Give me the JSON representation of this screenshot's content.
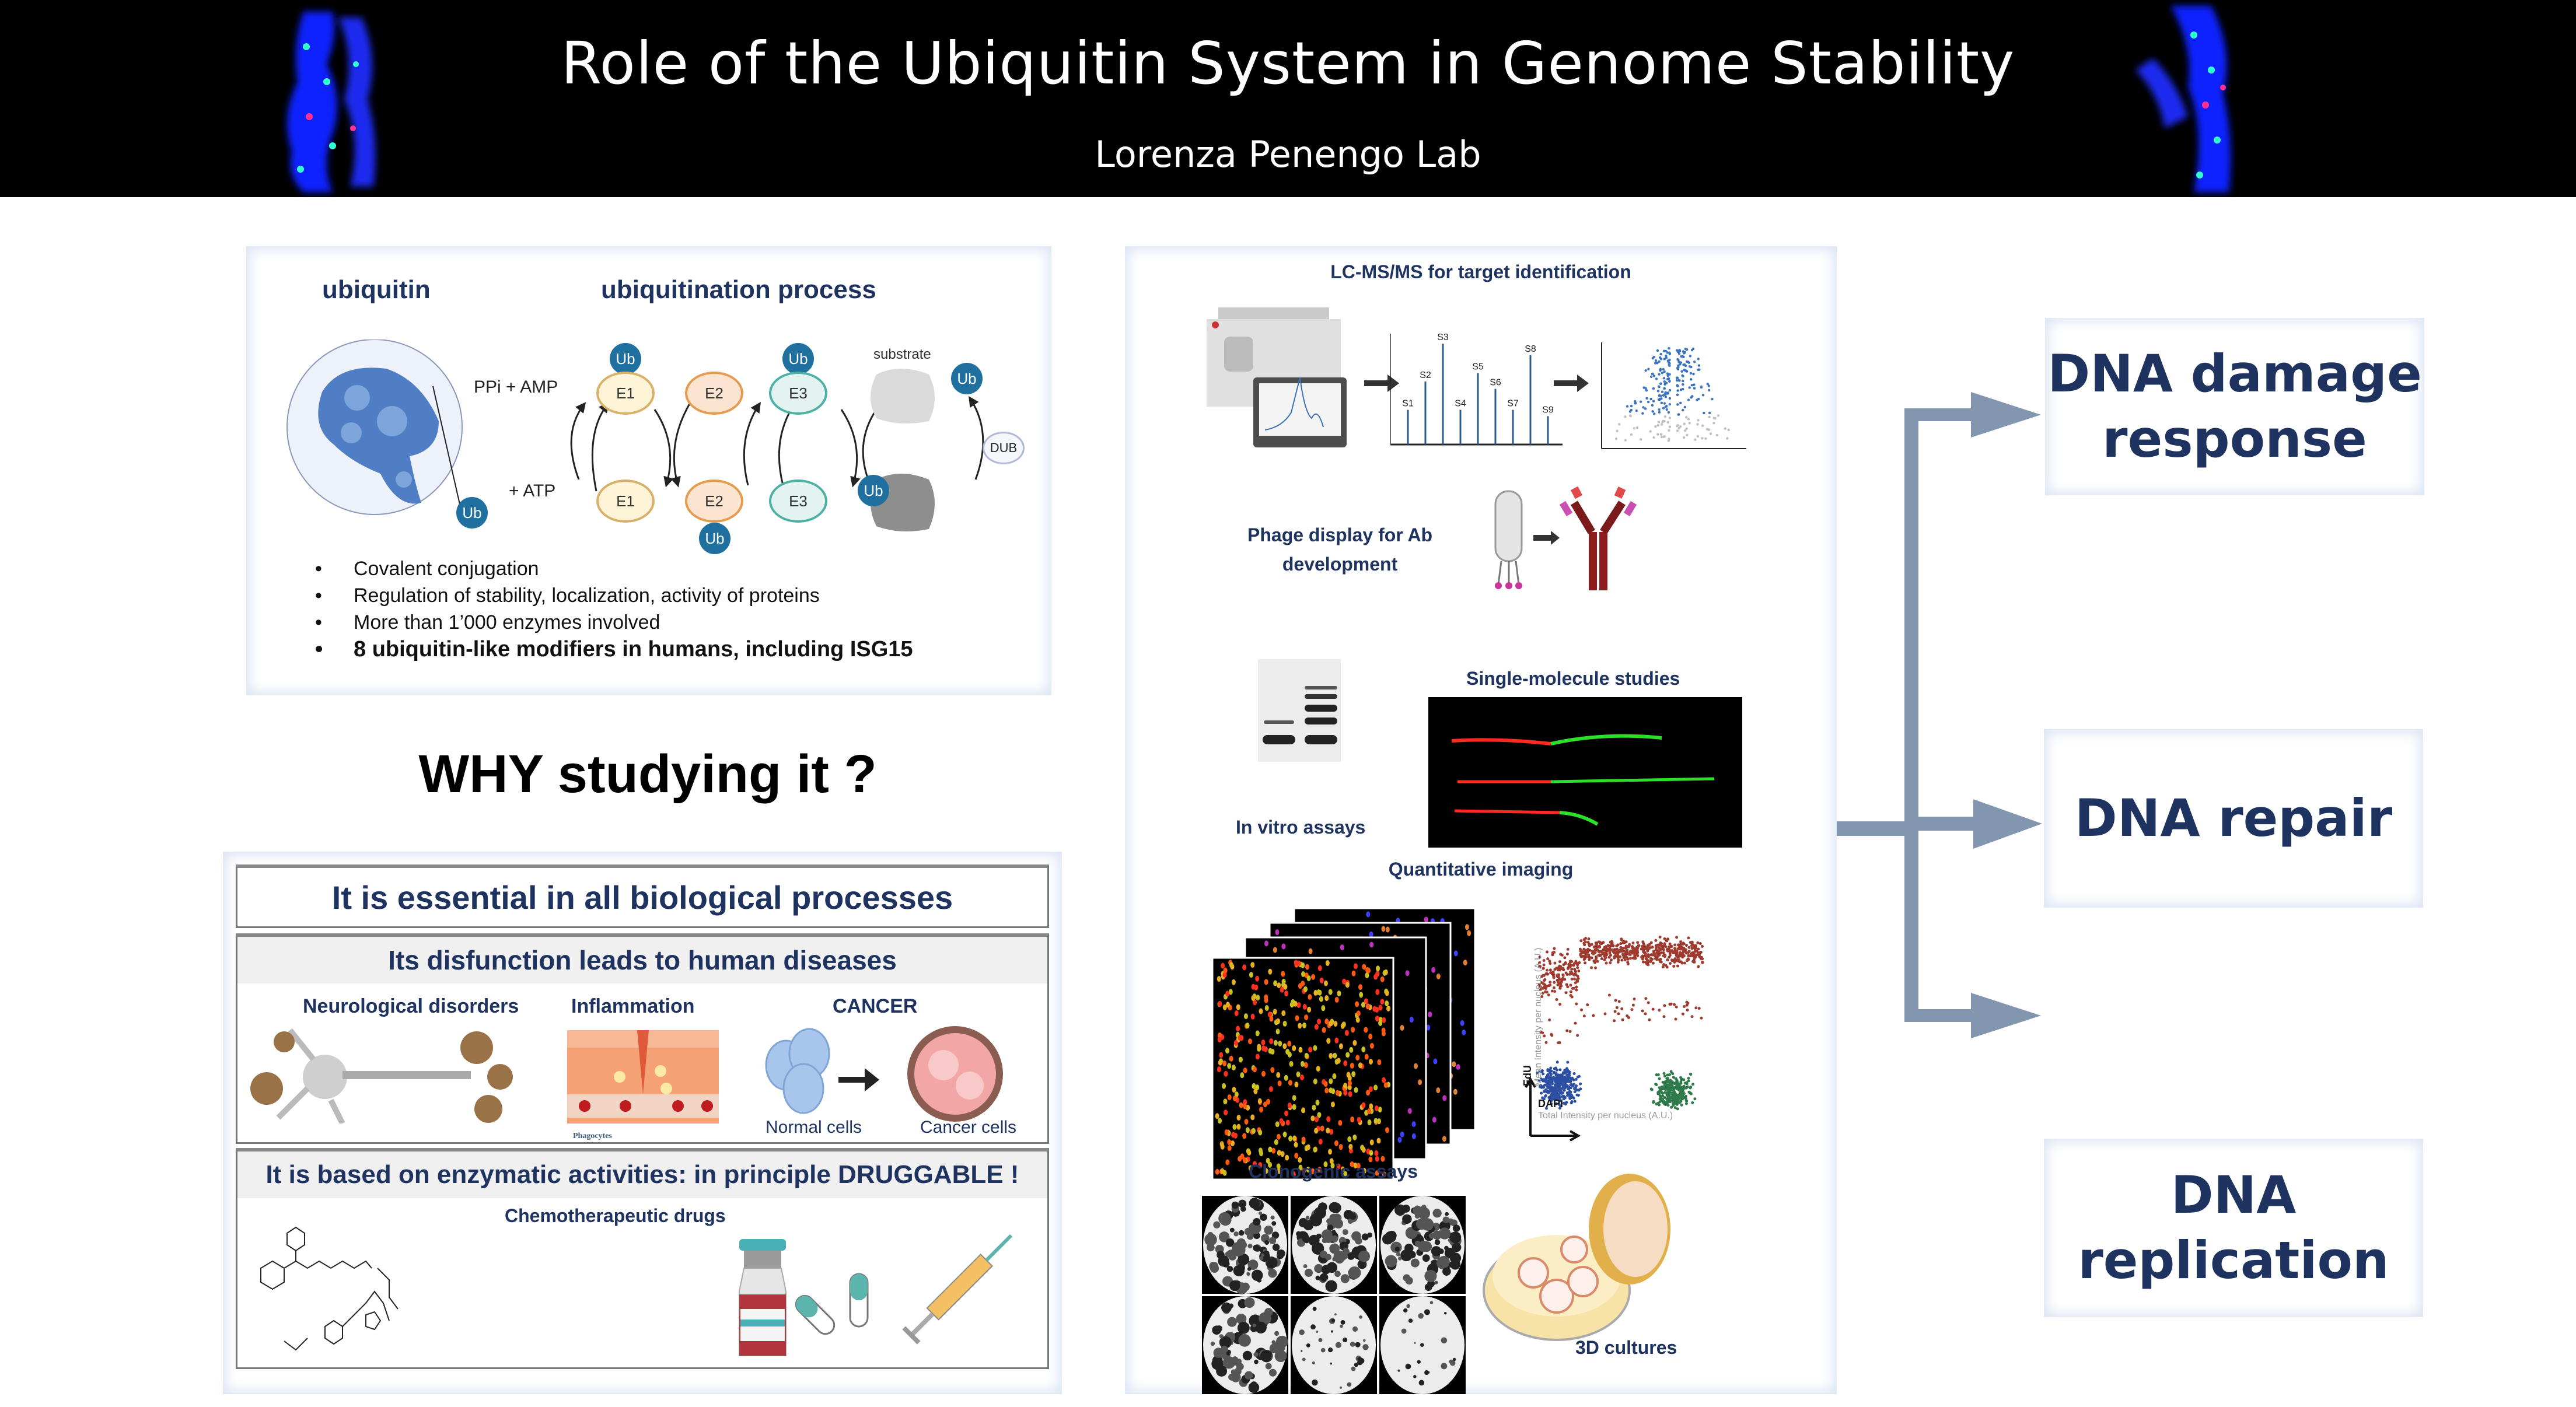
{
  "header": {
    "title": "Role of the Ubiquitin System in Genome Stability",
    "subtitle": "Lorenza Penengo Lab"
  },
  "ubiquitin_panel": {
    "ubiquitin_heading": "ubiquitin",
    "process_heading": "ubiquitination process",
    "ub_label": "Ub",
    "ppi_amp": "PPi + AMP",
    "atp": "+ ATP",
    "substrate": "substrate",
    "dub": "DUB",
    "enzymes_top": [
      "E1",
      "E2",
      "E3"
    ],
    "enzymes_bottom": [
      "E1",
      "E2",
      "E3"
    ],
    "bullets": [
      {
        "text": "Covalent conjugation",
        "bold": false
      },
      {
        "text": "Regulation of stability, localization, activity of proteins",
        "bold": false
      },
      {
        "text": "More than 1’000 enzymes involved",
        "bold": false
      },
      {
        "text": "8 ubiquitin-like modifiers in humans, including ISG15",
        "bold": true
      }
    ]
  },
  "why": {
    "heading": "WHY studying it ?",
    "essential": "It is essential in all biological processes",
    "disease_heading": "Its disfunction leads to human diseases",
    "diseases": [
      "Neurological disorders",
      "Inflammation",
      "CANCER"
    ],
    "phagocytes": "Phagocytes",
    "normal_cells": "Normal cells",
    "cancer_cells": "Cancer cells",
    "druggable_heading": "It is based on enzymatic activities: in principle DRUGGABLE !",
    "chemo": "Chemotherapeutic drugs"
  },
  "methods": {
    "lcms_title": "LC-MS/MS for target identification",
    "spectrum_peaks": [
      {
        "label": "S1",
        "rel": 0.33
      },
      {
        "label": "S2",
        "rel": 0.6
      },
      {
        "label": "S3",
        "rel": 0.96
      },
      {
        "label": "S4",
        "rel": 0.33
      },
      {
        "label": "S5",
        "rel": 0.68
      },
      {
        "label": "S6",
        "rel": 0.53
      },
      {
        "label": "S7",
        "rel": 0.33
      },
      {
        "label": "S8",
        "rel": 0.85
      },
      {
        "label": "S9",
        "rel": 0.27
      }
    ],
    "phage_title_line1": "Phage display for Ab",
    "phage_title_line2": "development",
    "in_vitro": "In vitro assays",
    "single_molecule": "Single-molecule studies",
    "quant_imaging": "Quantitative imaging",
    "scatter_y_bold": "EdU",
    "scatter_y": "Mean Intensity per nucleus (A.U.)",
    "scatter_x_bold": "DAPI",
    "scatter_x": "Total Intensity per nucleus (A.U.)",
    "clonogenic": "Clonogenic assays",
    "cultures_3d": "3D cultures"
  },
  "outcomes": [
    {
      "line1": "DNA damage",
      "line2": "response"
    },
    {
      "line1": "DNA repair",
      "line2": ""
    },
    {
      "line1": "DNA",
      "line2": "replication"
    }
  ],
  "colors": {
    "navy_text": "#1f3360",
    "arrow": "#8396af",
    "ub_blue": "#1f6f9f",
    "panel_glow": "#dbe4f4"
  }
}
